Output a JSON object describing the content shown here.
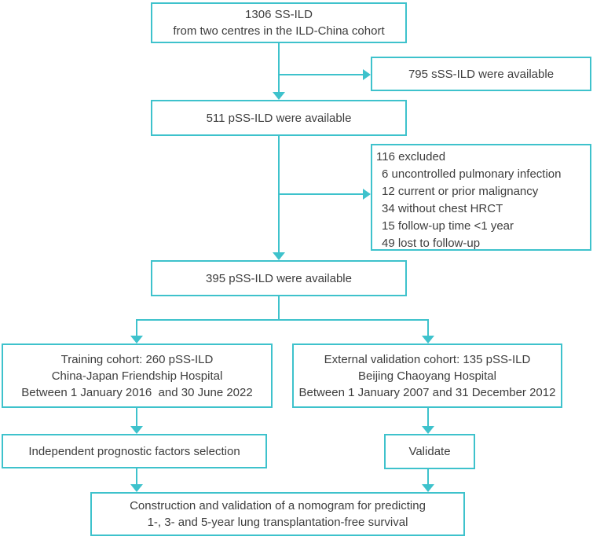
{
  "palette": {
    "accent": "#3ec2cc",
    "text": "#3d3d3d",
    "bg": "#ffffff"
  },
  "flowchart": {
    "top_box": {
      "lines": [
        "1306 SS-ILD",
        "from two centres in the ILD-China cohort"
      ]
    },
    "sss_box": {
      "text": "795 sSS-ILD were available"
    },
    "pss511_box": {
      "text": "511 pSS-ILD were available"
    },
    "excluded_box": {
      "title": "116 excluded",
      "items": [
        "6 uncontrolled pulmonary infection",
        "12 current or prior malignancy",
        "34 without chest HRCT",
        "15 follow-up time <1 year",
        "49 lost to follow-up"
      ]
    },
    "pss395_box": {
      "text": "395 pSS-ILD were available"
    },
    "training_box": {
      "lines": [
        "Training cohort: 260 pSS-ILD",
        "China-Japan Friendship Hospital",
        "Between 1 January 2016  and 30 June 2022"
      ]
    },
    "validation_box": {
      "lines": [
        "External validation cohort: 135 pSS-ILD",
        "Beijing Chaoyang Hospital",
        "Between 1 January 2007 and 31 December 2012"
      ]
    },
    "factors_box": {
      "text": "Independent prognostic factors selection"
    },
    "validate_box": {
      "text": "Validate"
    },
    "nomogram_box": {
      "lines": [
        "Construction and validation of a nomogram for predicting",
        "1-, 3- and 5-year lung transplantation-free survival"
      ]
    }
  }
}
